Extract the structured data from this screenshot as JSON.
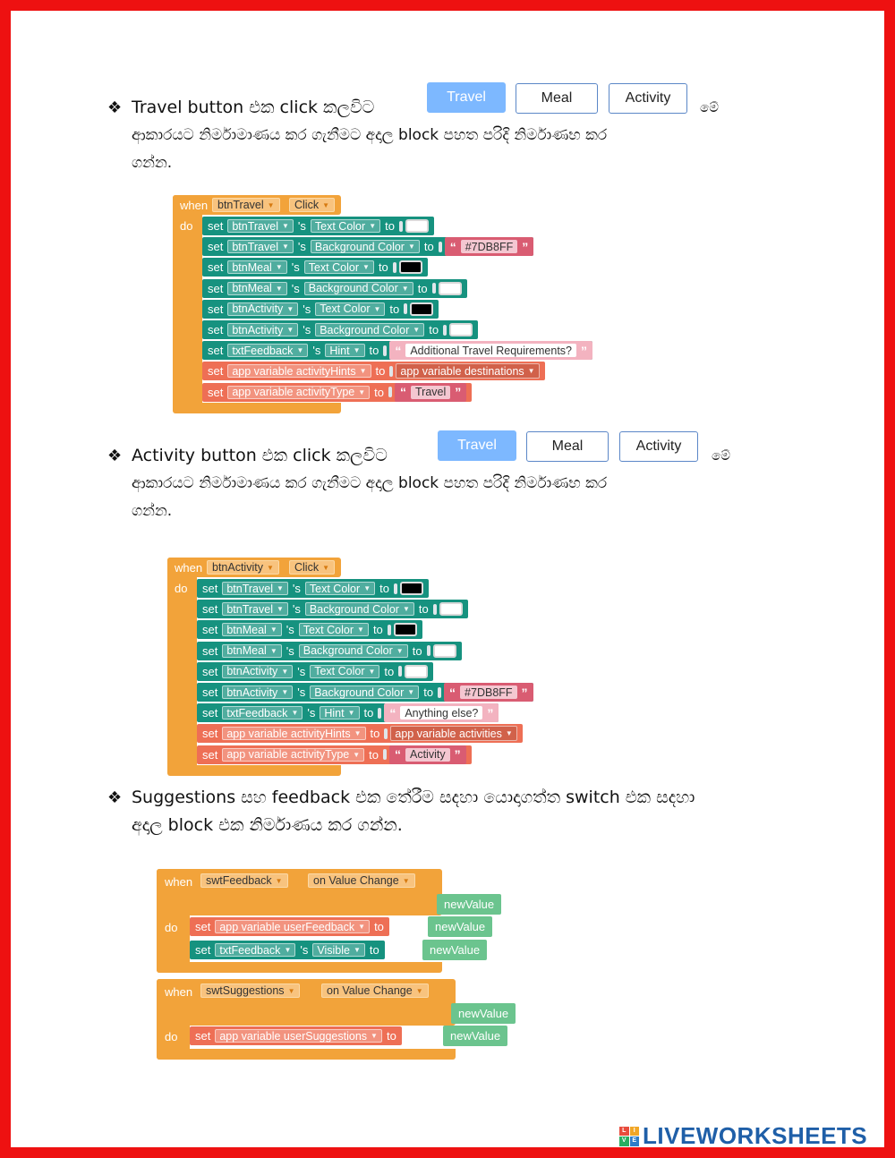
{
  "colors": {
    "accent": "#7DB8FF",
    "frame": "#ee1111",
    "event_block": "#F2A33A",
    "component_block": "#16927F",
    "variable_block": "#EE6F55"
  },
  "section1": {
    "bullet": "❖",
    "line1": "Travel  button එක  click කලවිට",
    "line1_tail": "මේ",
    "line2": "ආකාරයට  නිර්මාමාණය  කර    ගැනීමට  අදාල  block  පහත  පරිදි  නිර්මාණභ  කර",
    "line3": "ගන්න."
  },
  "section2": {
    "bullet": "❖",
    "line1": "Activity  button එක  click කලවිට",
    "line1_tail": "මේ",
    "line2": "ආකාරයට  නිර්මාමාණය  කර    ගැනීමට  අදාල  block  පහත  පරිදි  නිර්මාණභ  කර",
    "line3": "ගන්න."
  },
  "section3": {
    "bullet": "❖",
    "line1": "Suggestions සහ   feedback  එක  තේරීම  සදහා  යොදාගත්ත  switch එක  සදහා",
    "line2": "අදාල     block එක  නිර්මාණය  කර  ගන්න."
  },
  "buttons": {
    "travel": "Travel",
    "meal": "Meal",
    "activity": "Activity"
  },
  "kw": {
    "when": "when",
    "do": "do",
    "set": "set",
    "s": "'s",
    "to": "to",
    "click": "Click",
    "on_value_change": "on Value Change",
    "new_value": "newValue",
    "q_open": "“",
    "q_close": "”"
  },
  "block1": {
    "component": "btnTravel",
    "rows": [
      {
        "comp": "btnTravel",
        "prop": "Text Color",
        "swatch": "white"
      },
      {
        "comp": "btnTravel",
        "prop": "Background Color",
        "str": "#7DB8FF"
      },
      {
        "comp": "btnMeal",
        "prop": "Text Color",
        "swatch": "black"
      },
      {
        "comp": "btnMeal",
        "prop": "Background Color",
        "swatch": "white"
      },
      {
        "comp": "btnActivity",
        "prop": "Text Color",
        "swatch": "black"
      },
      {
        "comp": "btnActivity",
        "prop": "Background Color",
        "swatch": "white"
      },
      {
        "comp": "txtFeedback",
        "prop": "Hint",
        "str": "Additional Travel Requirements?"
      }
    ],
    "var_rows": [
      {
        "var": "app variable activityHints",
        "get": "app variable destinations"
      },
      {
        "var": "app variable activityType",
        "str": "Travel"
      }
    ]
  },
  "block2": {
    "component": "btnActivity",
    "rows": [
      {
        "comp": "btnTravel",
        "prop": "Text Color",
        "swatch": "black"
      },
      {
        "comp": "btnTravel",
        "prop": "Background Color",
        "swatch": "white"
      },
      {
        "comp": "btnMeal",
        "prop": "Text Color",
        "swatch": "black"
      },
      {
        "comp": "btnMeal",
        "prop": "Background Color",
        "swatch": "white"
      },
      {
        "comp": "btnActivity",
        "prop": "Text Color",
        "swatch": "white"
      },
      {
        "comp": "btnActivity",
        "prop": "Background Color",
        "str": "#7DB8FF"
      },
      {
        "comp": "txtFeedback",
        "prop": "Hint",
        "str": "Anything else?"
      }
    ],
    "var_rows": [
      {
        "var": "app variable activityHints",
        "get": "app variable activities"
      },
      {
        "var": "app variable activityType",
        "str": "Activity"
      }
    ]
  },
  "block3": {
    "component": "swtFeedback",
    "var": "app variable userFeedback",
    "comp_row": {
      "comp": "txtFeedback",
      "prop": "Visible"
    }
  },
  "block4": {
    "component": "swtSuggestions",
    "var": "app variable userSuggestions"
  },
  "logo": {
    "text": "LIVEWORKSHEETS",
    "mark": [
      "L",
      "I",
      "V",
      "E"
    ]
  }
}
